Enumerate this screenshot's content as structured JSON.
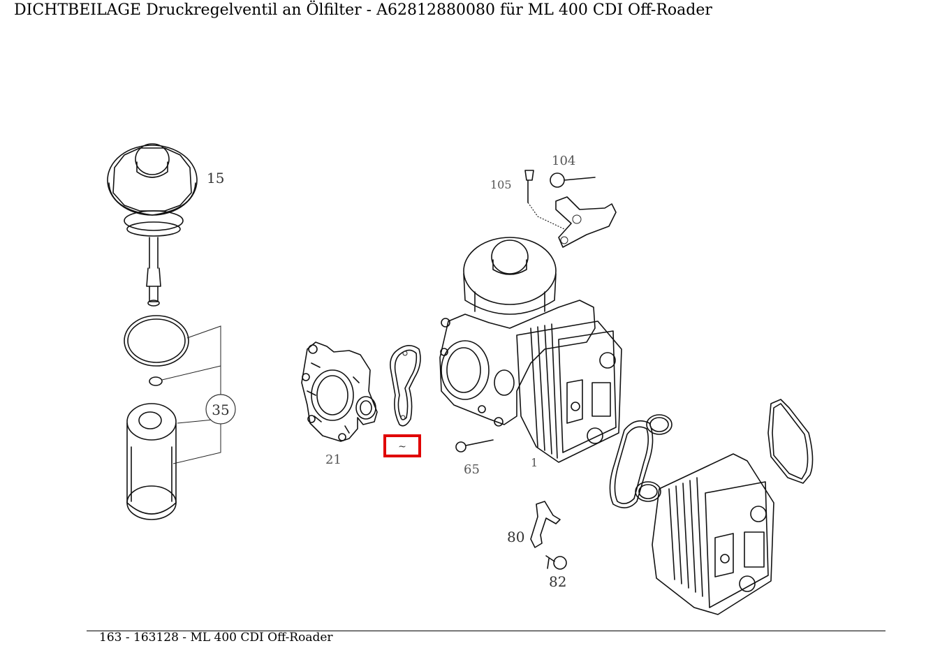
{
  "page": {
    "title": "DICHTBEILAGE Druckregelventil an Ölfilter - A62812880080 für ML 400 CDI Off-Roader",
    "footer": "163 - 163128 - ML 400 CDI Off-Roader"
  },
  "diagram": {
    "callouts": {
      "p15": "15",
      "p35": "35",
      "p21": "21",
      "p65": "65",
      "p80": "80",
      "p82": "82",
      "p104": "104",
      "p105": "105",
      "p1": "1"
    },
    "highlight_color": "#e00000"
  }
}
